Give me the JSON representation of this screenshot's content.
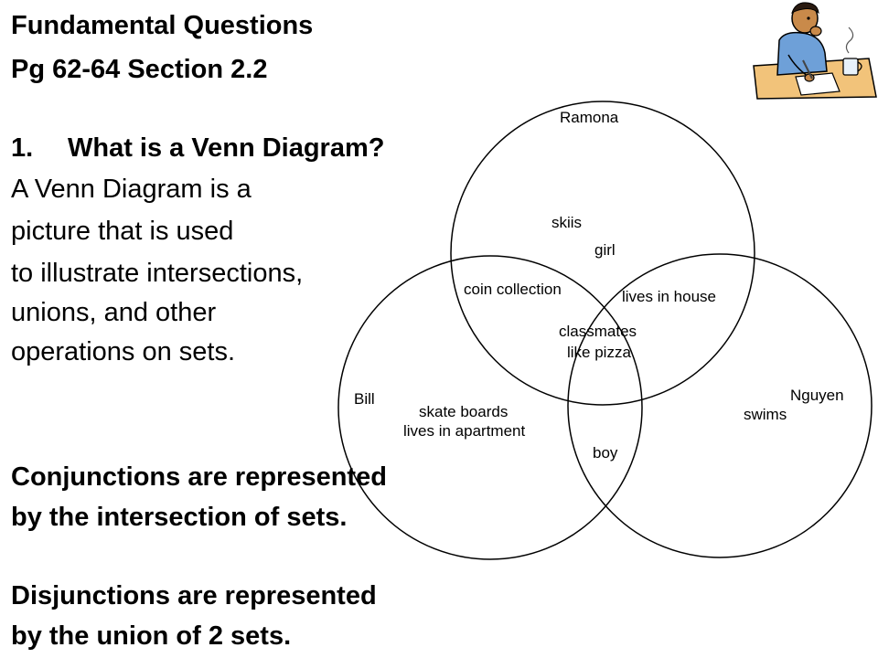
{
  "title": {
    "line1": "Fundamental Questions",
    "line2": "Pg 62-64  Section 2.2"
  },
  "question": {
    "number": "1.",
    "text": "What is a Venn Diagram?"
  },
  "answer_lines": [
    "A Venn Diagram is a",
    "picture that is used",
    "to illustrate intersections,",
    "unions, and other",
    "operations on sets."
  ],
  "conjunction_lines": [
    "Conjunctions are represented",
    "by the intersection of sets."
  ],
  "disjunction_lines": [
    "Disjunctions are represented",
    "by the union of 2 sets."
  ],
  "venn": {
    "sets": [
      "Ramona",
      "Bill",
      "Nguyen"
    ],
    "labels": {
      "skiis": "skiis",
      "girl": "girl",
      "coin_collection": "coin collection",
      "lives_in_house": "lives in house",
      "classmates": "classmates",
      "like_pizza": "like pizza",
      "skate_boards": "skate boards",
      "lives_in_apartment": "lives in apartment",
      "boy": "boy",
      "swims": "swims"
    },
    "regions": {
      "ramona_only": [
        "skiis",
        "girl"
      ],
      "ramona_bill": [
        "coin collection"
      ],
      "ramona_nguyen": [
        "lives in house"
      ],
      "all_three": [
        "classmates",
        "like pizza"
      ],
      "bill_only": [
        "skate boards",
        "lives in apartment"
      ],
      "bill_nguyen": [
        "boy"
      ],
      "nguyen_only": [
        "swims"
      ]
    }
  },
  "clipart": "thinking-man-writing-icon"
}
